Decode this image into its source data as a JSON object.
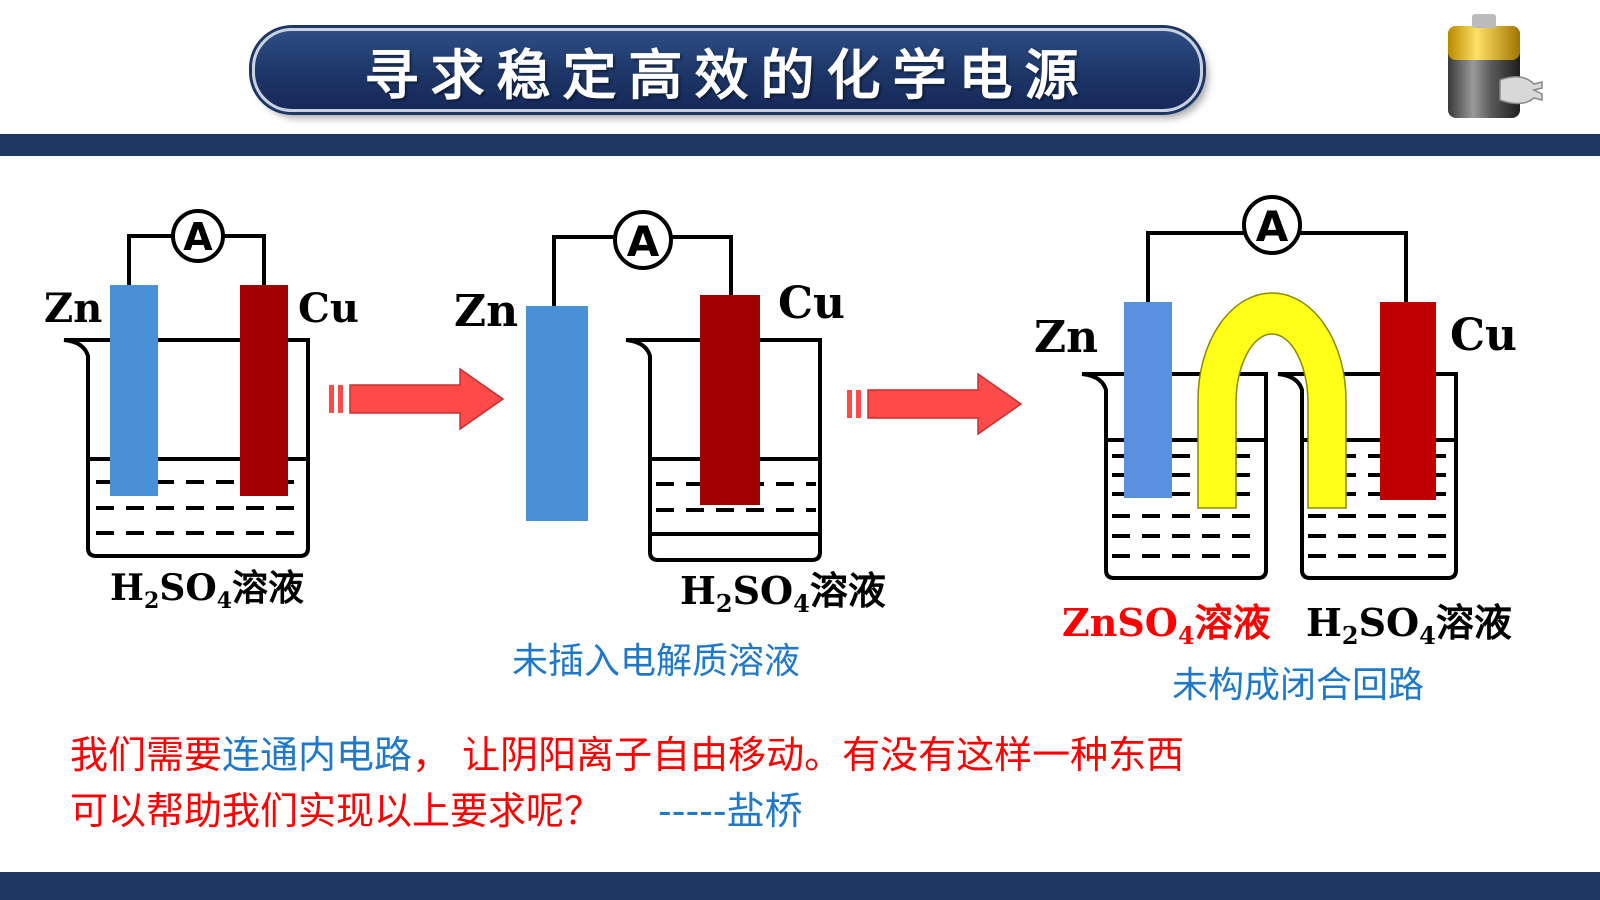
{
  "header": {
    "title": "寻求稳定高效的化学电源"
  },
  "icons": {
    "battery": "battery-plug-icon"
  },
  "ammeter_symbol": "A",
  "electrodes": {
    "zn": "Zn",
    "cu": "Cu"
  },
  "solutions": {
    "h2so4_prefix": "H",
    "h2so4_sub1": "2",
    "h2so4_mid": "SO",
    "h2so4_sub2": "4",
    "h2so4_suffix": "溶液",
    "znso4_prefix": "ZnSO",
    "znso4_sub": "4",
    "znso4_suffix": "溶液"
  },
  "captions": {
    "middle": "未插入电解质溶液",
    "right": "未构成闭合回路"
  },
  "bottom_text": {
    "line1_part1": "我们需要",
    "line1_part2": "连通内电路",
    "line1_part3": "， 让阴阳离子自由移动。有没有这样一种东西",
    "line2_part1": "可以帮助我们实现以上要求呢？",
    "line2_part2": "-----盐桥"
  },
  "colors": {
    "navy": "#1f3864",
    "zn_blue": "#4a90d9",
    "cu_red": "#a00000",
    "arrow_red": "#ff4a4a",
    "salt_bridge": "#ffff1a",
    "caption_blue": "#1f78c8",
    "emphasis_red": "#ff0000"
  }
}
